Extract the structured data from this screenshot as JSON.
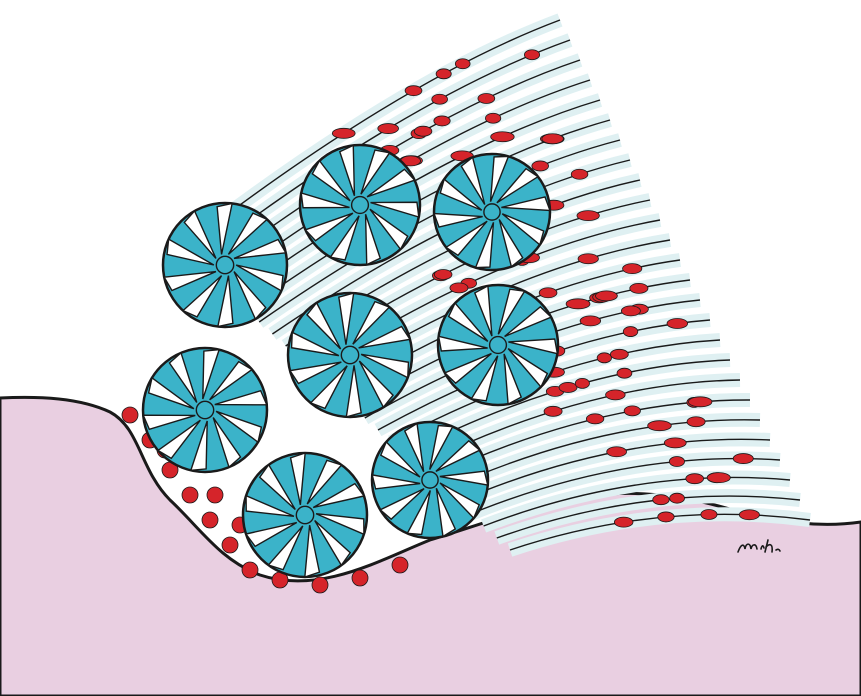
{
  "illustration": {
    "signature": "m.h.",
    "colors": {
      "background": "#ffffff",
      "ground": "#e9cfe1",
      "outline": "#1a1a1a",
      "tubule": "#3bb3c9",
      "strand": "#dff0f2",
      "dot": "#d5242a"
    },
    "bundles": 8,
    "blades_per_bundle": 10
  }
}
